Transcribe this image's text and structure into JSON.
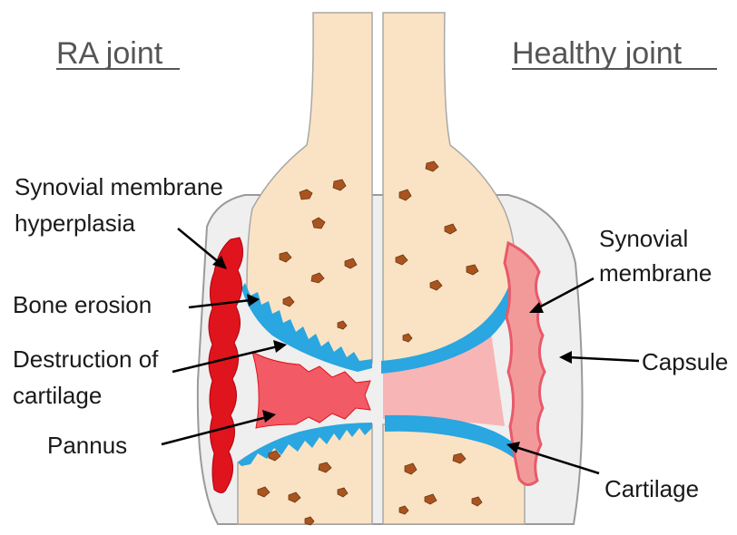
{
  "titles": {
    "left": "RA joint",
    "right": "Healthy joint"
  },
  "labels": {
    "synovial_hyperplasia_line1": "Synovial membrane",
    "synovial_hyperplasia_line2": "hyperplasia",
    "bone_erosion": "Bone erosion",
    "destruction_line1": "Destruction of",
    "destruction_line2": "cartilage",
    "pannus": "Pannus",
    "synovial_line1": "Synovial",
    "synovial_line2": "membrane",
    "capsule": "Capsule",
    "cartilage": "Cartilage"
  },
  "colors": {
    "bone": "#fae3c4",
    "bone_edge": "#a8a8a8",
    "capsule": "#efefef",
    "capsule_edge": "#9a9a9a",
    "cartilage": "#2aa6e0",
    "ra_synovium": "#e0141c",
    "pannus": "#f25a66",
    "healthy_synovium": "#f29a9a",
    "synovial_fluid": "#f7b5b5",
    "trabeculae": "#a9541f"
  }
}
